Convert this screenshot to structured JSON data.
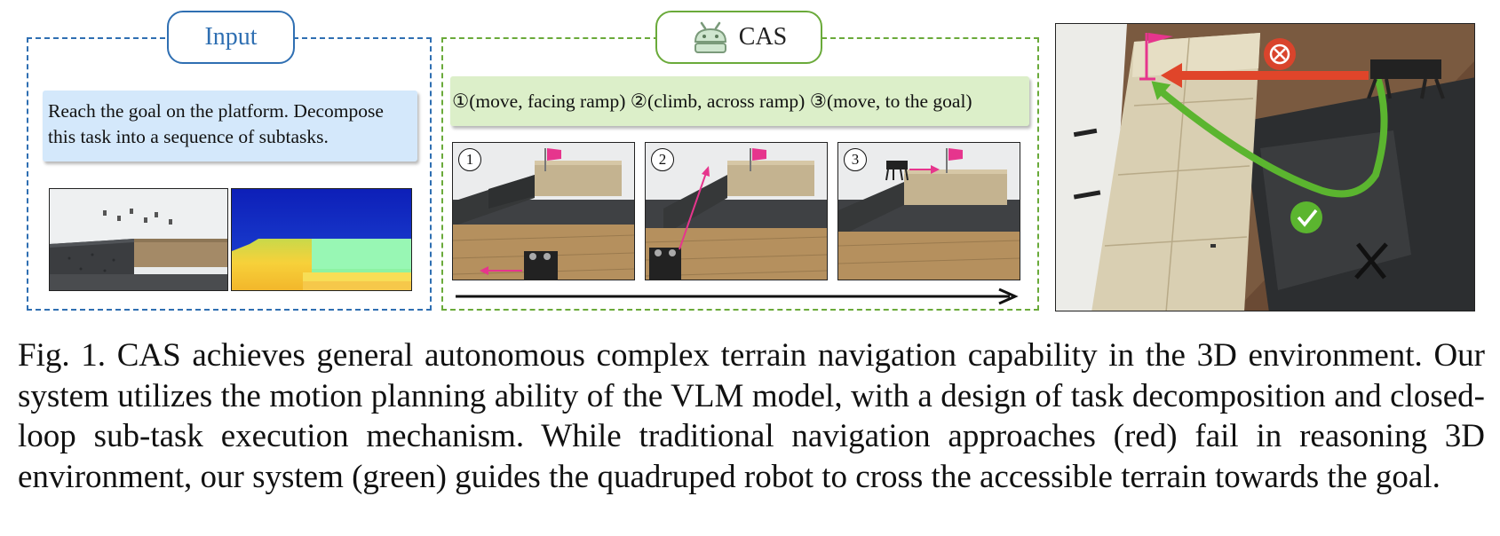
{
  "input_panel": {
    "title": "Input",
    "prompt": "Reach the goal on the platform. Decompose this task into a sequence of subtasks.",
    "border_color": "#2f6fb2",
    "prompt_bg": "#d4e8fb"
  },
  "cas_panel": {
    "title": "CAS",
    "icon": "robot-icon",
    "subtasks_text": "①(move, facing ramp) ②(climb, across ramp) ③(move, to the goal)",
    "steps": [
      {
        "badge": "1"
      },
      {
        "badge": "2"
      },
      {
        "badge": "3"
      }
    ],
    "border_color": "#6aaa3a",
    "subtasks_bg": "#dcefc9",
    "path_color": "#e6358d"
  },
  "result_photo": {
    "fail_path_color": "#e0452a",
    "success_path_color": "#5bb52f",
    "icons": [
      "fail-x-icon",
      "success-check-icon",
      "goal-flag-icon",
      "blocked-x-icon"
    ]
  },
  "caption": {
    "text": "Fig. 1. CAS achieves general autonomous complex terrain navigation capability in the 3D environment. Our system utilizes the motion planning ability of the VLM model, with a design of task decomposition and closed-loop sub-task execution mechanism. While traditional navigation approaches (red) fail in reasoning 3D environment, our system (green) guides the quadruped robot to cross the accessible terrain towards the goal."
  }
}
